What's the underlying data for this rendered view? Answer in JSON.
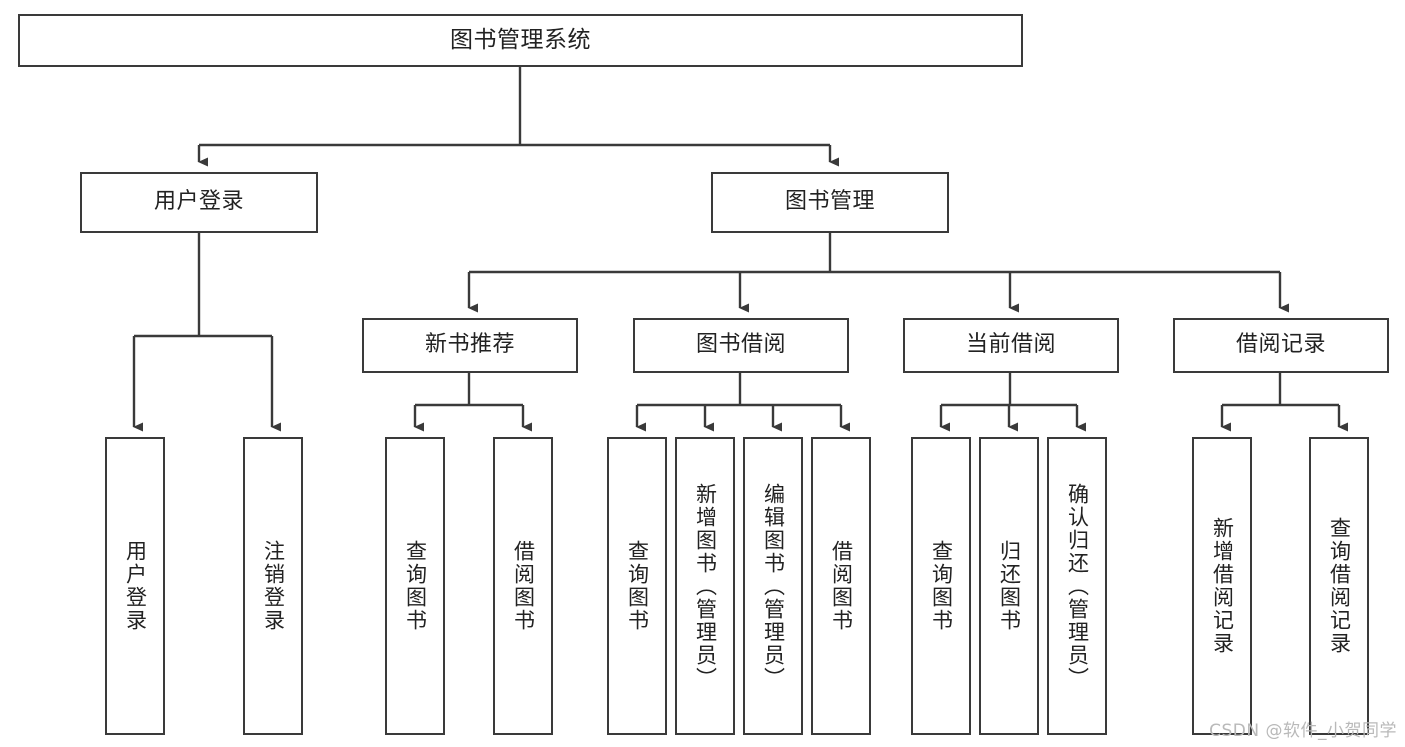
{
  "diagram": {
    "type": "tree",
    "title": "图书管理系统",
    "watermark": "CSDN @软件_小贺同学",
    "colors": {
      "box_border": "#3a3a3a",
      "box_fill": "#ffffff",
      "connector": "#3a3a3a",
      "text": "#222222",
      "watermark": "#b9b9b9"
    },
    "nodes": {
      "root": {
        "label": "图书管理系统"
      },
      "level2": [
        {
          "label": "用户登录"
        },
        {
          "label": "图书管理"
        }
      ],
      "level3": [
        {
          "label": "新书推荐"
        },
        {
          "label": "图书借阅"
        },
        {
          "label": "当前借阅"
        },
        {
          "label": "借阅记录"
        }
      ],
      "leaves_user_login": [
        {
          "label": "用户登录"
        },
        {
          "label": "注销登录"
        }
      ],
      "leaves_new_book": [
        {
          "label": "查询图书"
        },
        {
          "label": "借阅图书"
        }
      ],
      "leaves_borrow": [
        {
          "label": "查询图书"
        },
        {
          "label": "新增图书（管理员）"
        },
        {
          "label": "编辑图书（管理员）"
        },
        {
          "label": "借阅图书"
        }
      ],
      "leaves_current": [
        {
          "label": "查询图书"
        },
        {
          "label": "归还图书"
        },
        {
          "label": "确认归还（管理员）"
        }
      ],
      "leaves_records": [
        {
          "label": "新增借阅记录"
        },
        {
          "label": "查询借阅记录"
        }
      ]
    }
  }
}
